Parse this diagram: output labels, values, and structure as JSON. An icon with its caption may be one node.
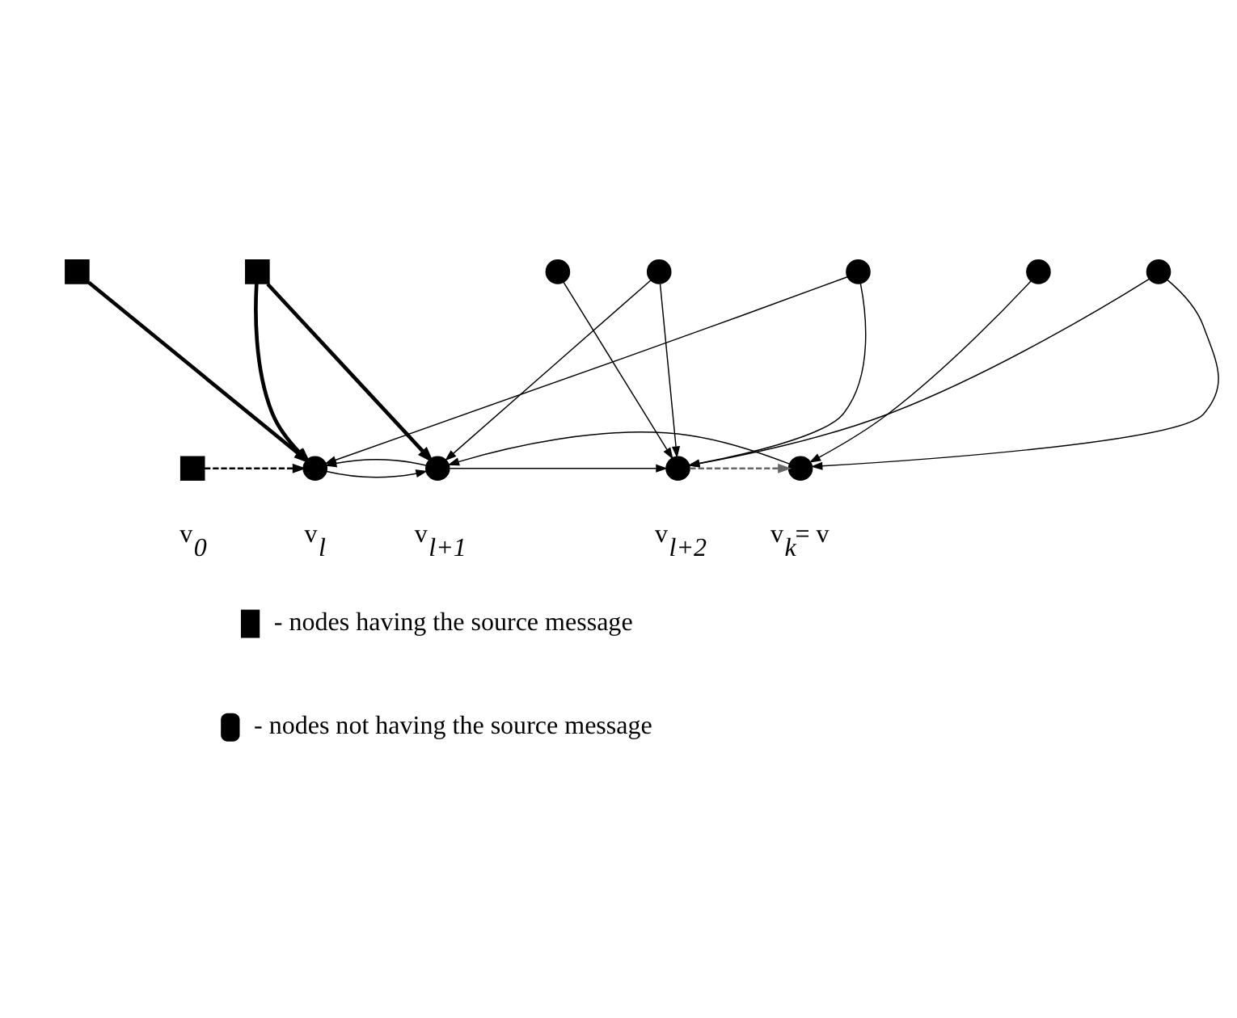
{
  "diagram": {
    "nodes": [
      {
        "text": [],
        "shape": "box"
      },
      {
        "text": [],
        "shape": "box"
      },
      {
        "text": [],
        "shape": "circle"
      },
      {
        "text": [],
        "shape": "circle"
      },
      {
        "text": [],
        "shape": "circle"
      },
      {
        "text": [],
        "shape": "circle"
      },
      {
        "text": [],
        "shape": "circle"
      },
      {
        "text": [],
        "shape": "box",
        "beside": [
          "v$_{0}$"
        ]
      },
      {
        "text": [],
        "shape": "circle",
        "beside": [
          "v$_{l}$"
        ]
      },
      {
        "text": [],
        "shape": "circle",
        "beside": [
          "v$_{l+1}$"
        ]
      },
      {
        "text": [],
        "shape": "circle",
        "beside": [
          "v$_{l+2}$"
        ]
      },
      {
        "text": [],
        "shape": "circle",
        "beside": [
          "v$_{k}$= v"
        ]
      }
    ],
    "edges": [
      {
        "from": 0,
        "to": 8,
        "arrow": "to",
        "style": "thick"
      },
      {
        "from": 1,
        "to": 8,
        "arrow": "to",
        "style": "thick"
      },
      {
        "from": 1,
        "to": 9,
        "arrow": "to",
        "style": "thick"
      },
      {
        "from": 2,
        "to": 10,
        "arrow": "to"
      },
      {
        "from": 3,
        "to": 9,
        "arrow": "to"
      },
      {
        "from": 3,
        "to": 10,
        "arrow": "to"
      },
      {
        "from": 4,
        "to": 8,
        "arrow": "to"
      },
      {
        "from": 4,
        "to": 10,
        "arrow": "to"
      },
      {
        "from": 5,
        "to": 11,
        "arrow": "to"
      },
      {
        "from": 6,
        "to": 10,
        "arrow": "to"
      },
      {
        "from": 6,
        "to": 11,
        "arrow": "to"
      },
      {
        "from": 7,
        "to": 8,
        "arrow": "to",
        "style": "dashed"
      },
      {
        "from": 8,
        "to": 9,
        "arrow": "to"
      },
      {
        "from": 9,
        "to": 8,
        "arrow": "to"
      },
      {
        "from": 9,
        "to": 10,
        "arrow": "to"
      },
      {
        "from": 10,
        "to": 11,
        "arrow": "to",
        "style": "dashed",
        "color": "#666666"
      },
      {
        "from": 11,
        "to": 9,
        "arrow": "to"
      }
    ],
    "legend": [
      {
        "text": "- nodes having the source message"
      },
      {
        "text": "- nodes not having the source message"
      }
    ]
  }
}
